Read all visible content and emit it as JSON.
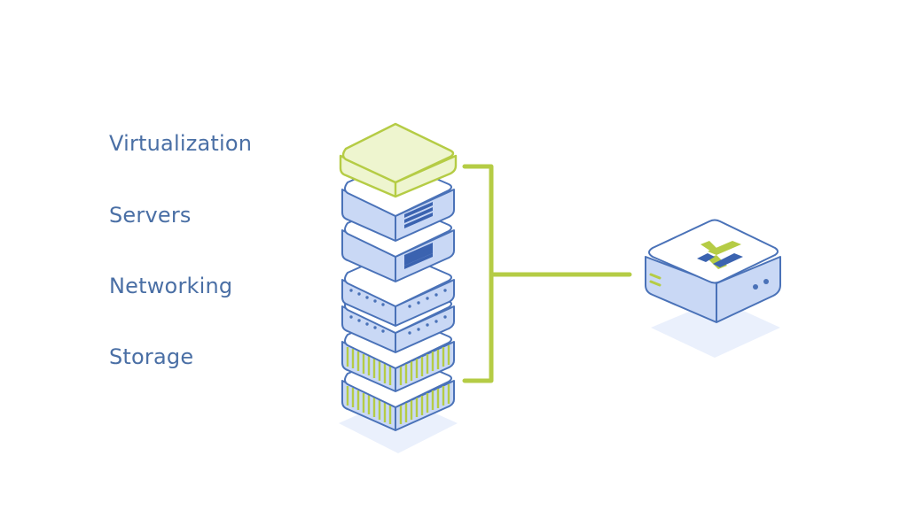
{
  "layers": [
    {
      "label": "Virtualization"
    },
    {
      "label": "Servers"
    },
    {
      "label": "Networking"
    },
    {
      "label": "Storage"
    }
  ],
  "colors": {
    "label_text": "#4a6fa5",
    "outline": "#4a72b8",
    "block_front": "#c9d8f5",
    "block_top": "#ffffff",
    "accent_green": "#b5cc45",
    "green_top": "#eef5cf",
    "shadow": "#eaf0fc"
  },
  "icons": {
    "server_stack": "stacked-rack-icon",
    "appliance": "hci-appliance-icon",
    "appliance_logo": "x-logo-icon"
  }
}
